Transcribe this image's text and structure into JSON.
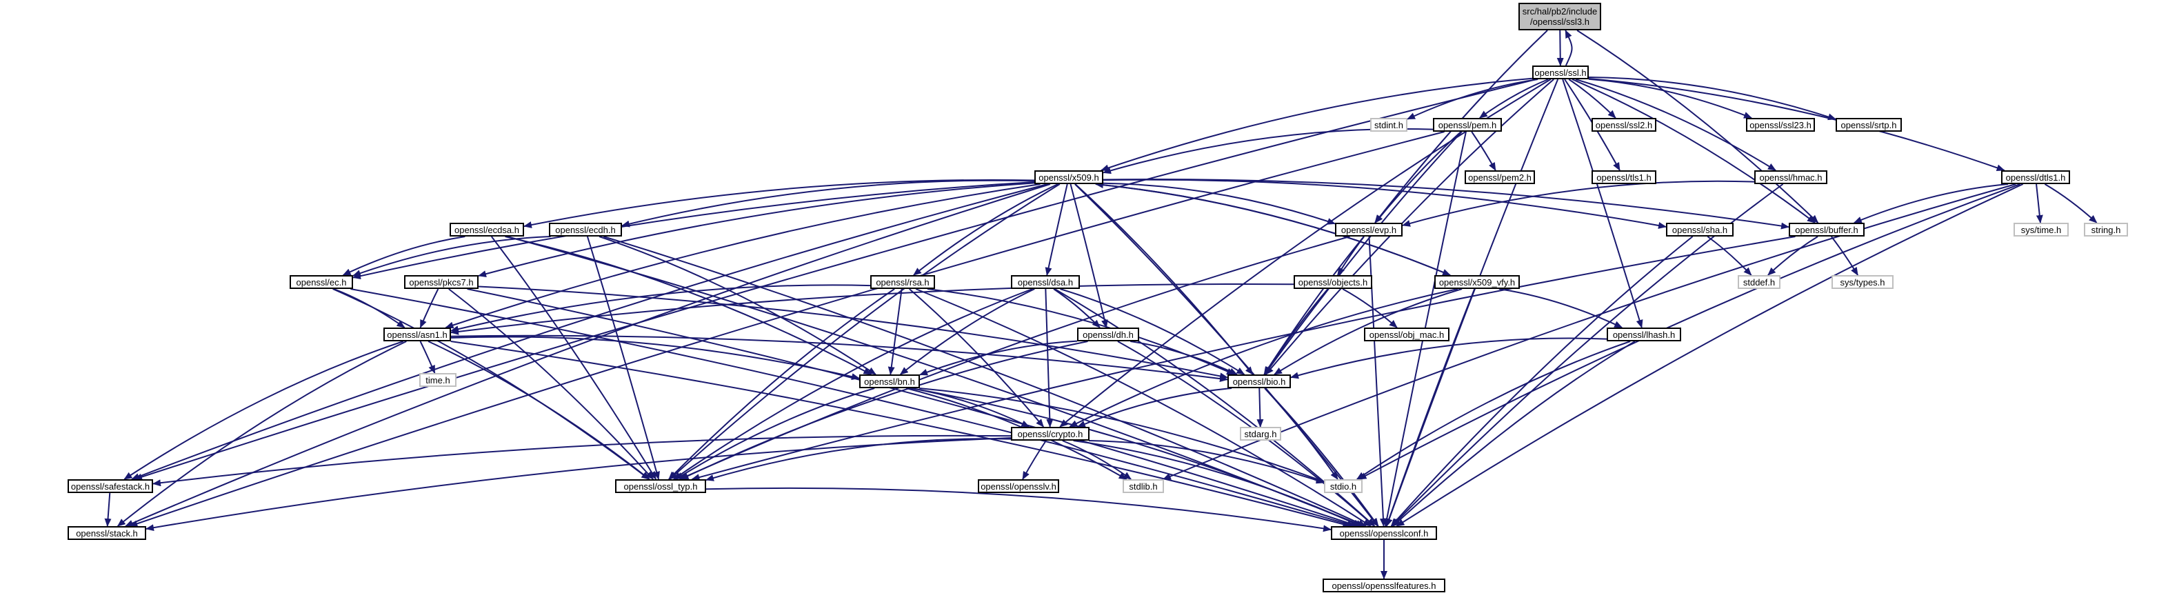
{
  "graph": {
    "kind": "include-dependency-graph",
    "root": {
      "line1": "src/hal/pb2/include",
      "line2": "/openssl/ssl3.h"
    },
    "nodes": {
      "ssl": "openssl/ssl.h",
      "stdint": "stdint.h",
      "pem": "openssl/pem.h",
      "ssl2": "openssl/ssl2.h",
      "ssl23": "openssl/ssl23.h",
      "srtp": "openssl/srtp.h",
      "dtls1": "openssl/dtls1.h",
      "tls1": "openssl/tls1.h",
      "pem2": "openssl/pem2.h",
      "hmac": "openssl/hmac.h",
      "x509": "openssl/x509.h",
      "buffer": "openssl/buffer.h",
      "systime": "sys/time.h",
      "string": "string.h",
      "ecdsa": "openssl/ecdsa.h",
      "ecdh": "openssl/ecdh.h",
      "evp": "openssl/evp.h",
      "sha": "openssl/sha.h",
      "ec": "openssl/ec.h",
      "pkcs7": "openssl/pkcs7.h",
      "rsa": "openssl/rsa.h",
      "dsa": "openssl/dsa.h",
      "objects": "openssl/objects.h",
      "x509vfy": "openssl/x509_vfy.h",
      "stddef": "stddef.h",
      "systypes": "sys/types.h",
      "asn1": "openssl/asn1.h",
      "dh": "openssl/dh.h",
      "objmac": "openssl/obj_mac.h",
      "lhash": "openssl/lhash.h",
      "timeh": "time.h",
      "bn": "openssl/bn.h",
      "bio": "openssl/bio.h",
      "stdarg": "stdarg.h",
      "crypto": "openssl/crypto.h",
      "safestack": "openssl/safestack.h",
      "ossltyp": "openssl/ossl_typ.h",
      "opensslv": "openssl/opensslv.h",
      "stdlib": "stdlib.h",
      "stdio": "stdio.h",
      "stack": "openssl/stack.h",
      "opensslconf": "openssl/opensslconf.h",
      "opensslfeatures": "openssl/opensslfeatures.h"
    },
    "system_headers": [
      "stdint",
      "systime",
      "string",
      "stddef",
      "systypes",
      "timeh",
      "stdarg",
      "stdlib",
      "stdio"
    ],
    "edges": [
      [
        "root",
        "ssl"
      ],
      [
        "ssl",
        "root"
      ],
      [
        "root",
        "evp"
      ],
      [
        "root",
        "buffer"
      ],
      [
        "ssl",
        "stdint"
      ],
      [
        "ssl",
        "pem"
      ],
      [
        "ssl",
        "ssl2"
      ],
      [
        "ssl",
        "ssl23"
      ],
      [
        "ssl",
        "srtp"
      ],
      [
        "ssl",
        "dtls1"
      ],
      [
        "ssl",
        "tls1"
      ],
      [
        "ssl",
        "hmac"
      ],
      [
        "ssl",
        "x509"
      ],
      [
        "ssl",
        "buffer"
      ],
      [
        "ssl",
        "bio"
      ],
      [
        "ssl",
        "crypto"
      ],
      [
        "ssl",
        "lhash"
      ],
      [
        "ssl",
        "safestack"
      ],
      [
        "ssl",
        "opensslconf"
      ],
      [
        "pem",
        "pem2"
      ],
      [
        "pem",
        "x509"
      ],
      [
        "pem",
        "evp"
      ],
      [
        "pem",
        "bio"
      ],
      [
        "pem",
        "stack"
      ],
      [
        "pem",
        "opensslconf"
      ],
      [
        "dtls1",
        "buffer"
      ],
      [
        "dtls1",
        "systime"
      ],
      [
        "dtls1",
        "string"
      ],
      [
        "dtls1",
        "stdio"
      ],
      [
        "dtls1",
        "stdlib"
      ],
      [
        "dtls1",
        "opensslconf"
      ],
      [
        "hmac",
        "evp"
      ],
      [
        "hmac",
        "opensslconf"
      ],
      [
        "x509",
        "buffer"
      ],
      [
        "x509",
        "evp"
      ],
      [
        "x509",
        "sha"
      ],
      [
        "x509",
        "ecdsa"
      ],
      [
        "x509",
        "ecdh"
      ],
      [
        "x509",
        "ec"
      ],
      [
        "x509",
        "pkcs7"
      ],
      [
        "x509",
        "rsa"
      ],
      [
        "x509",
        "dsa"
      ],
      [
        "x509",
        "dh"
      ],
      [
        "x509",
        "x509vfy"
      ],
      [
        "x509",
        "asn1"
      ],
      [
        "x509",
        "bio"
      ],
      [
        "x509",
        "stack"
      ],
      [
        "x509",
        "safestack"
      ],
      [
        "x509",
        "ossltyp"
      ],
      [
        "x509",
        "opensslconf"
      ],
      [
        "buffer",
        "stddef"
      ],
      [
        "buffer",
        "systypes"
      ],
      [
        "buffer",
        "ossltyp"
      ],
      [
        "ecdsa",
        "ec"
      ],
      [
        "ecdsa",
        "bn"
      ],
      [
        "ecdsa",
        "ossltyp"
      ],
      [
        "ecdsa",
        "opensslconf"
      ],
      [
        "ecdh",
        "ec"
      ],
      [
        "ecdh",
        "bn"
      ],
      [
        "ecdh",
        "ossltyp"
      ],
      [
        "ecdh",
        "opensslconf"
      ],
      [
        "evp",
        "objects"
      ],
      [
        "evp",
        "bio"
      ],
      [
        "evp",
        "opensslconf"
      ],
      [
        "evp",
        "ossltyp"
      ],
      [
        "sha",
        "stddef"
      ],
      [
        "sha",
        "opensslconf"
      ],
      [
        "ec",
        "asn1"
      ],
      [
        "ec",
        "opensslconf"
      ],
      [
        "ec",
        "ossltyp"
      ],
      [
        "pkcs7",
        "asn1"
      ],
      [
        "pkcs7",
        "bio"
      ],
      [
        "pkcs7",
        "ossltyp"
      ],
      [
        "pkcs7",
        "opensslconf"
      ],
      [
        "rsa",
        "asn1"
      ],
      [
        "rsa",
        "bio"
      ],
      [
        "rsa",
        "bn"
      ],
      [
        "rsa",
        "crypto"
      ],
      [
        "rsa",
        "ossltyp"
      ],
      [
        "rsa",
        "opensslconf"
      ],
      [
        "dsa",
        "dh"
      ],
      [
        "dsa",
        "bio"
      ],
      [
        "dsa",
        "bn"
      ],
      [
        "dsa",
        "crypto"
      ],
      [
        "dsa",
        "ossltyp"
      ],
      [
        "dsa",
        "opensslconf"
      ],
      [
        "objects",
        "objmac"
      ],
      [
        "objects",
        "asn1"
      ],
      [
        "objects",
        "bio"
      ],
      [
        "x509vfy",
        "x509"
      ],
      [
        "x509vfy",
        "lhash"
      ],
      [
        "x509vfy",
        "bio"
      ],
      [
        "x509vfy",
        "crypto"
      ],
      [
        "x509vfy",
        "opensslconf"
      ],
      [
        "asn1",
        "timeh"
      ],
      [
        "asn1",
        "bio"
      ],
      [
        "asn1",
        "stack"
      ],
      [
        "asn1",
        "safestack"
      ],
      [
        "asn1",
        "bn"
      ],
      [
        "asn1",
        "ossltyp"
      ],
      [
        "asn1",
        "opensslconf"
      ],
      [
        "dh",
        "bio"
      ],
      [
        "dh",
        "bn"
      ],
      [
        "dh",
        "ossltyp"
      ],
      [
        "dh",
        "opensslconf"
      ],
      [
        "lhash",
        "bio"
      ],
      [
        "lhash",
        "stdio"
      ],
      [
        "lhash",
        "opensslconf"
      ],
      [
        "bn",
        "crypto"
      ],
      [
        "bn",
        "ossltyp"
      ],
      [
        "bn",
        "stdio"
      ],
      [
        "bn",
        "stdlib"
      ],
      [
        "bn",
        "opensslconf"
      ],
      [
        "bio",
        "stdarg"
      ],
      [
        "bio",
        "crypto"
      ],
      [
        "bio",
        "stdio"
      ],
      [
        "bio",
        "opensslconf"
      ],
      [
        "crypto",
        "safestack"
      ],
      [
        "crypto",
        "opensslv"
      ],
      [
        "crypto",
        "ossltyp"
      ],
      [
        "crypto",
        "stdlib"
      ],
      [
        "crypto",
        "stdio"
      ],
      [
        "crypto",
        "opensslconf"
      ],
      [
        "crypto",
        "stack"
      ],
      [
        "safestack",
        "stack"
      ],
      [
        "ossltyp",
        "opensslconf"
      ],
      [
        "opensslconf",
        "opensslfeatures"
      ]
    ]
  }
}
